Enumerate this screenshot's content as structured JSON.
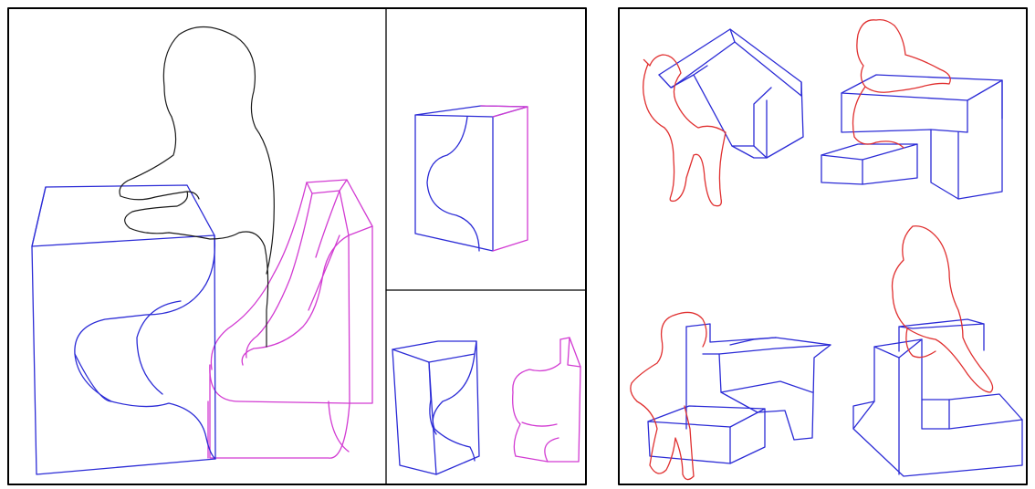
{
  "figure": {
    "left_panel": {
      "main_view": {
        "outline_color_a": "#2b2bd6",
        "outline_color_b": "#d23bd2",
        "silhouette_color": "#1a1a1a"
      },
      "inset_top": {
        "outline_color_a": "#2b2bd6",
        "outline_color_b": "#d23bd2"
      },
      "inset_bottom": {
        "outline_color_a": "#2b2bd6",
        "outline_color_b": "#d23bd2"
      }
    },
    "right_panel": {
      "box_color": "#2b2bd6",
      "silhouette_color": "#e03030",
      "scenes": [
        "carrying",
        "sitting-bench",
        "sitting-floor",
        "sitting-high"
      ]
    }
  }
}
